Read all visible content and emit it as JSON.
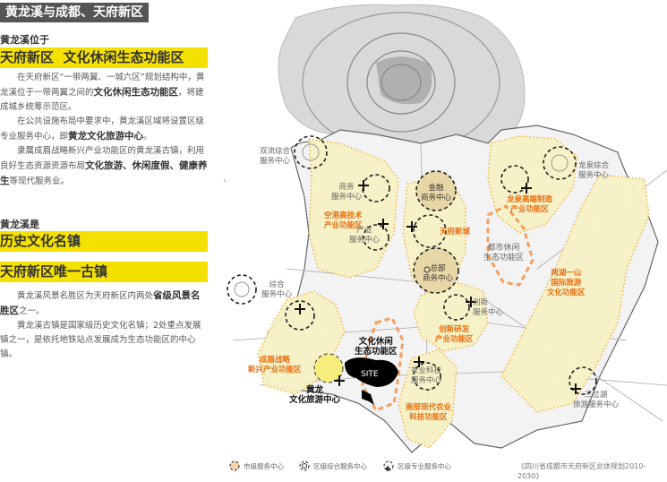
{
  "title": "黄龙溪与成都、天府新区",
  "section1": {
    "subtitle": "黄龙溪位于",
    "highlight": "天府新区  文化休闲生态功能区",
    "paragraphs": [
      {
        "pre": "在天府新区“一带两翼、一城六区”规划结构中，黄龙溪位于一带两翼之间的",
        "bold": "文化休闲生态功能区",
        "post": "，将建成城乡统筹示范区。"
      },
      {
        "pre": "在公共设施布局中要求中，黄龙溪区域将设置区级专业服务中心，即",
        "bold": "黄龙文化旅游中心",
        "post": "。"
      },
      {
        "pre": "隶属成眉战略新兴产业功能区的黄龙溪古镇，利用良好生态资源资源布局",
        "bold": "文化旅游、休闲度假、健康养生",
        "post": "等现代服务业。"
      }
    ]
  },
  "section2": {
    "subtitle": "黄龙溪是",
    "highlight1": "历史文化名镇",
    "highlight2": "天府新区唯一古镇",
    "paragraphs": [
      {
        "pre": "黄龙溪风景名胜区为天府新区内两处",
        "bold": "省级风景名胜区",
        "post": "之一。"
      },
      {
        "pre": "黄龙溪古镇是国家级历史文化名镇；2处重点发展镇之一，是依托地铁站点发展成为生态功能区的中心镇。",
        "bold": "",
        "post": ""
      }
    ]
  },
  "map": {
    "labels": {
      "shuangliu": "双流综合\n服务中心",
      "shangwu": "商务\n服务中心",
      "konggang": "空港高技术\n产业功能区",
      "chanye": "产业\n服务中心",
      "jinrong": "金融\n商务中心",
      "tianfu": "天府新城",
      "zongbu": "总部\n商务中心",
      "zonghe": "综合\n服务中心",
      "longquan_center": "龙泉综合\n服务中心",
      "longquan_zone": "龙泉高端制造\n产业功能区",
      "dushi": "都市休闲\n生态功能区",
      "lianghu": "两湖一山\n国际旅游\n文化功能区",
      "chuangxin_center": "创新\n服务中心",
      "chuangxin_zone": "创新研发\n产业功能区",
      "chengmei": "成眉战略\n新兴产业功能区",
      "wenhua": "文化休闲\n生态功能区",
      "site": "SITE",
      "huanglong": "黄龙\n文化旅游中心",
      "nongye": "农业科技\n服务中心",
      "nanbu": "南部现代农业\n科技功能区",
      "sancha": "三岔湖\n旅游服务中心"
    },
    "colors": {
      "zone_fill": "#f7f1c4",
      "zone_border": "#f5a623",
      "city_center": "#e8d7a6",
      "orange_label": "#ea6d10",
      "huanglong_center": "#f6ee7a"
    }
  },
  "legend": [
    {
      "icon": "city-service-center-icon",
      "label": "市级服务中心"
    },
    {
      "icon": "district-comprehensive-center-icon",
      "label": "区级综合服务中心"
    },
    {
      "icon": "district-professional-center-icon",
      "label": "区级专业服务中心"
    }
  ],
  "source": "《四川省成都市天府新区总体规划2010-2030》"
}
